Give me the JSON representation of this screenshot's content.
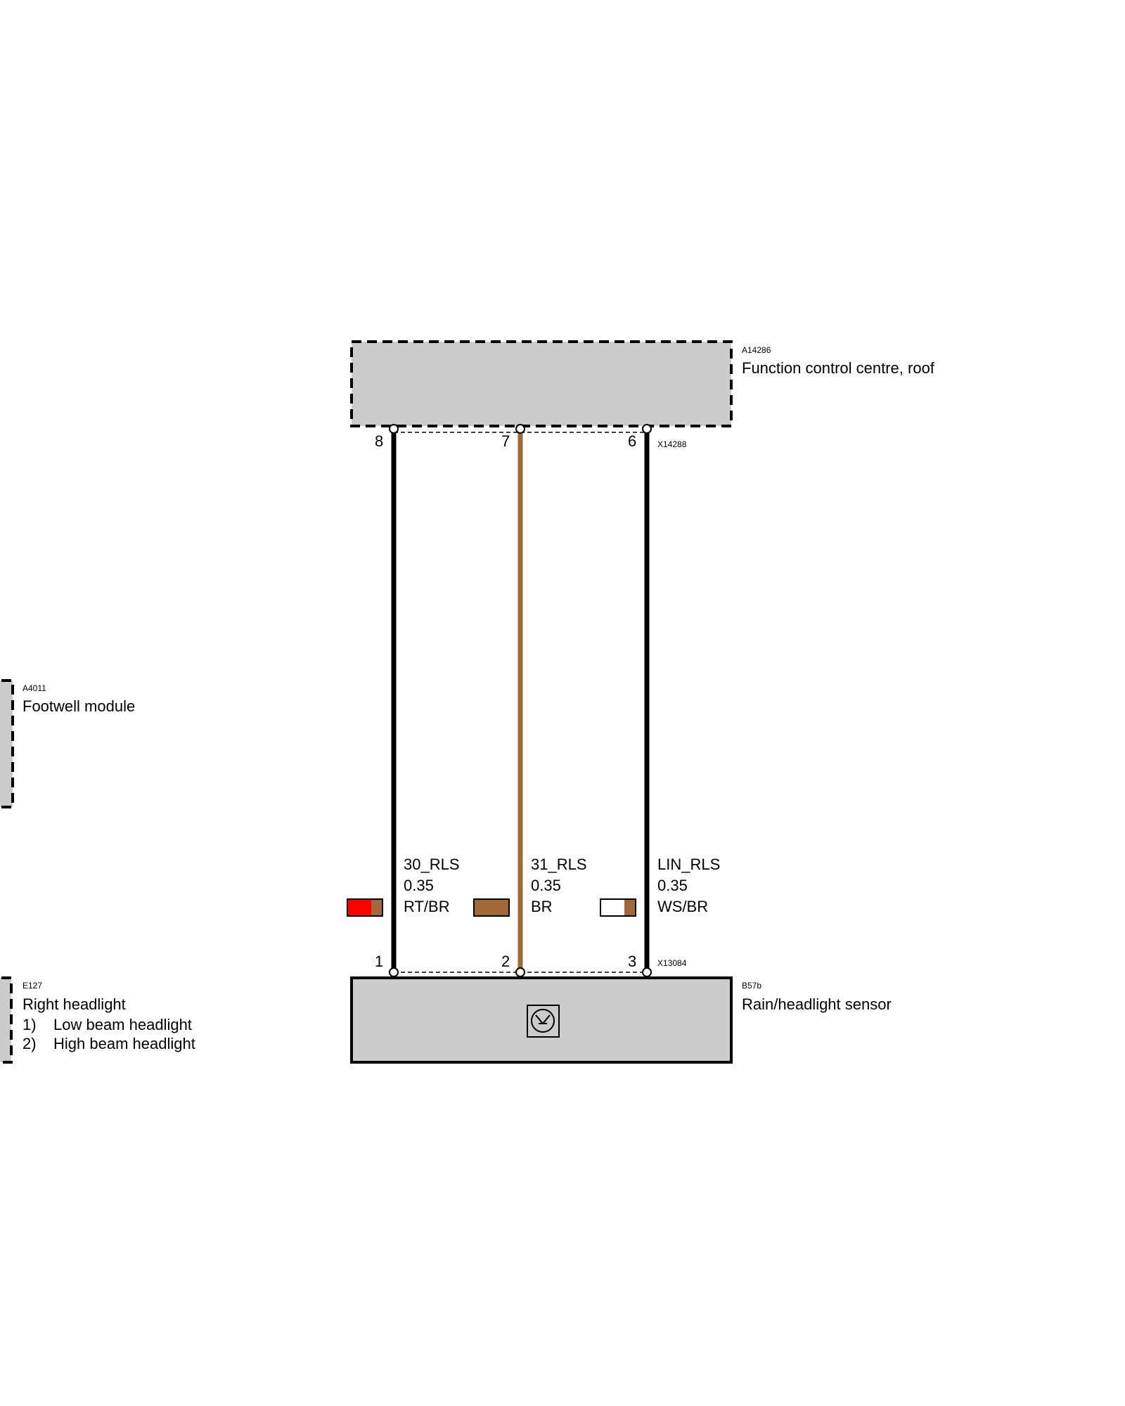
{
  "components": {
    "fcc": {
      "code": "A14286",
      "name": "Function control centre, roof",
      "connector": "X14288"
    },
    "footwell": {
      "code": "A4011",
      "name": "Footwell module"
    },
    "headlight": {
      "code": "E127",
      "name": "Right headlight",
      "items": [
        {
          "num": "1)",
          "text": "Low beam headlight"
        },
        {
          "num": "2)",
          "text": "High beam headlight"
        }
      ]
    },
    "sensor": {
      "code": "B57b",
      "name": "Rain/headlight sensor",
      "connector": "X13084",
      "icon": "sensor-icon"
    }
  },
  "wires": [
    {
      "signal": "30_RLS",
      "gauge": "0.35",
      "color_code": "RT/BR",
      "pin_top": "8",
      "pin_bottom": "1",
      "wire_color": "#000000",
      "swatch": [
        "#ff0000",
        "#a0693a"
      ]
    },
    {
      "signal": "31_RLS",
      "gauge": "0.35",
      "color_code": "BR",
      "pin_top": "7",
      "pin_bottom": "2",
      "wire_color": "#a0693a",
      "swatch": [
        "#a0693a",
        "#a0693a"
      ]
    },
    {
      "signal": "LIN_RLS",
      "gauge": "0.35",
      "color_code": "WS/BR",
      "pin_top": "6",
      "pin_bottom": "3",
      "wire_color": "#000000",
      "swatch": [
        "#ffffff",
        "#a0693a"
      ]
    }
  ],
  "colors": {
    "module_fill": "#cccccc",
    "outline": "#000000",
    "brown": "#a0693a",
    "red": "#ff0000"
  }
}
